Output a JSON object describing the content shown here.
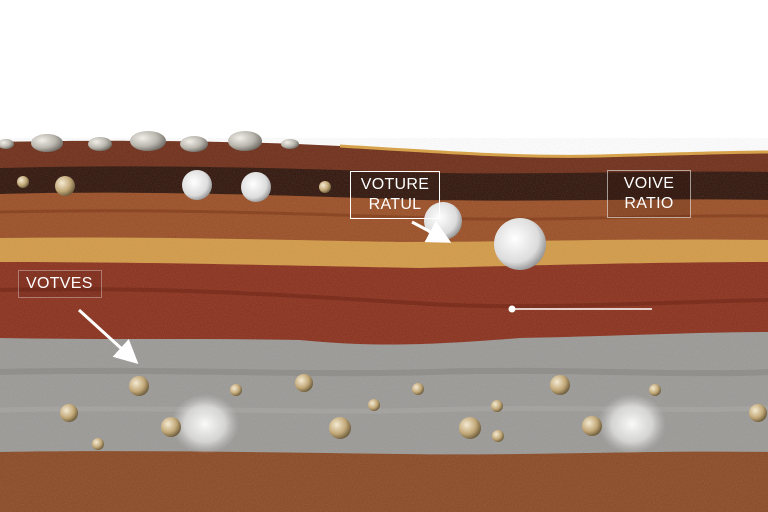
{
  "labels": {
    "label_1": {
      "line1": "VOTURE",
      "line2": "RATUL"
    },
    "label_2": {
      "line1": "VOIVE",
      "line2": "RATIO"
    },
    "label_3": {
      "line1": "VOTVES"
    }
  },
  "colors": {
    "topsoil": "#6e2c16",
    "dark_band": "#2e1208",
    "brown_layer": "#9a4d23",
    "sand_layer": "#d39a45",
    "red_clay": "#8a2e1a",
    "gravel_layer": "#9a9996",
    "bottom_soil": "#8a4822",
    "surface_edge": "#d9a040",
    "pebble": "#cfc1a0",
    "void": "#e6e6e6",
    "arrow": "#ffffff"
  }
}
